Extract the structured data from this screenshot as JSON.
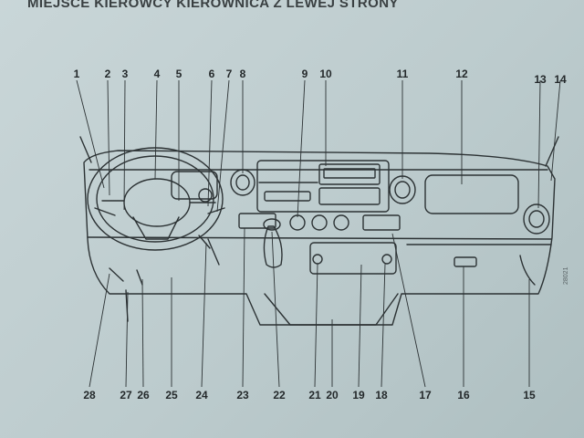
{
  "page": {
    "title": "MIEJSCE KIEROWCY KIEROWNICA Z LEWEJ STRONY",
    "figure_code": "28021"
  },
  "callouts_top": [
    "1",
    "2",
    "3",
    "4",
    "5",
    "6",
    "7",
    "8",
    "9",
    "10",
    "11",
    "12",
    "13",
    "14"
  ],
  "callouts_bottom": [
    "28",
    "27",
    "26",
    "25",
    "24",
    "23",
    "22",
    "21",
    "20",
    "19",
    "18",
    "17",
    "16",
    "15"
  ]
}
